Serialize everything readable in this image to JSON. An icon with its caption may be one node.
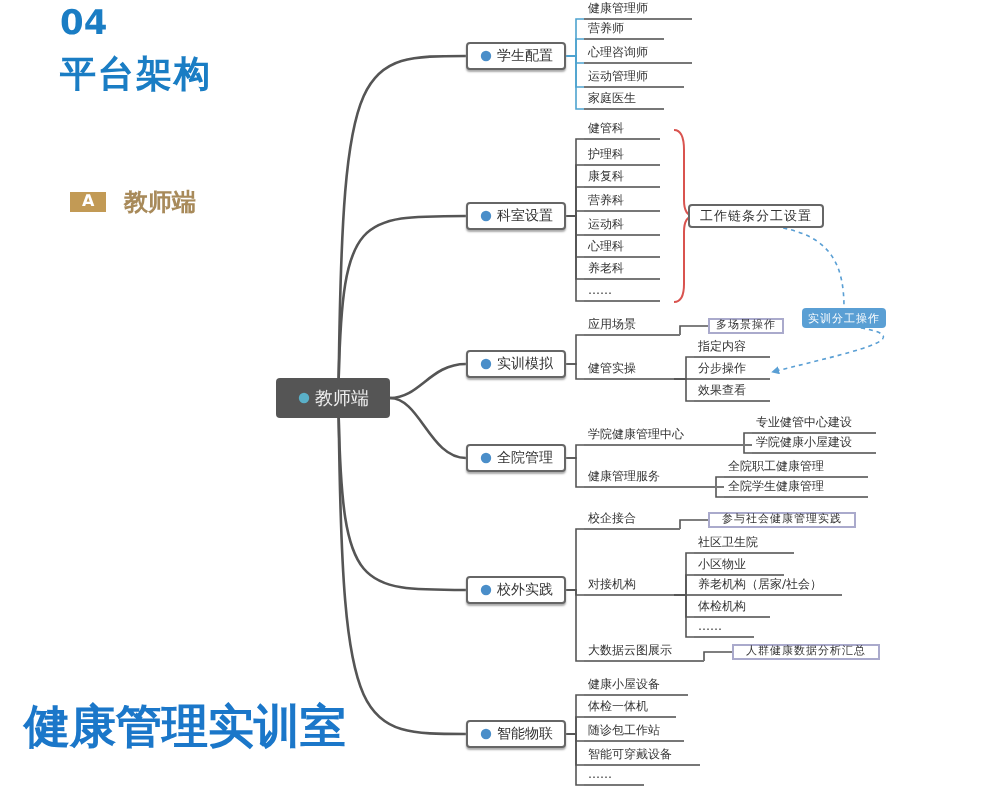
{
  "diagram": {
    "title": "平台架构",
    "nodes": [
      {
        "text": [
          "教师端"
        ]
      },
      {
        "text": [
          "学生配置"
        ]
      },
      {
        "text": [
          "健康管理师"
        ]
      },
      {
        "text": [
          "营养师"
        ]
      },
      {
        "text": [
          "心理咨询师"
        ]
      },
      {
        "text": [
          "运动管理师"
        ]
      },
      {
        "text": [
          "家庭医生"
        ]
      },
      {
        "text": [
          "科室设置"
        ]
      },
      {
        "text": [
          "健管科"
        ]
      },
      {
        "text": [
          "护理科"
        ]
      },
      {
        "text": [
          "康复科"
        ]
      },
      {
        "text": [
          "营养科"
        ]
      },
      {
        "text": [
          "运动科"
        ]
      },
      {
        "text": [
          "心理科"
        ]
      },
      {
        "text": [
          "养老科"
        ]
      },
      {
        "text": [
          "……"
        ]
      },
      {
        "text": [
          "工作链条分工设置"
        ]
      },
      {
        "text": [
          "实训分工操作"
        ]
      },
      {
        "text": [
          "实训模拟"
        ]
      },
      {
        "text": [
          "应用场景"
        ]
      },
      {
        "text": [
          "多场景操作"
        ]
      },
      {
        "text": [
          "健管实操"
        ]
      },
      {
        "text": [
          "指定内容"
        ]
      },
      {
        "text": [
          "分步操作"
        ]
      },
      {
        "text": [
          "效果查看"
        ]
      },
      {
        "text": [
          "全院管理"
        ]
      },
      {
        "text": [
          "学院健康管理中心"
        ]
      },
      {
        "text": [
          "专业健管中心建设"
        ]
      },
      {
        "text": [
          "学院健康小屋建设"
        ]
      },
      {
        "text": [
          "健康管理服务"
        ]
      },
      {
        "text": [
          "全院职工健康管理"
        ]
      },
      {
        "text": [
          "全院学生健康管理"
        ]
      },
      {
        "text": [
          "校外实践"
        ]
      },
      {
        "text": [
          "校企接合"
        ]
      },
      {
        "text": [
          "参与社会健康管理实践"
        ]
      },
      {
        "text": [
          "对接机构"
        ]
      },
      {
        "text": [
          "社区卫生院"
        ]
      },
      {
        "text": [
          "小区物业"
        ]
      },
      {
        "text": [
          "养老机构（居家/社会）"
        ]
      },
      {
        "text": [
          "体检机构"
        ]
      },
      {
        "text": [
          "……"
        ]
      },
      {
        "text": [
          "大数据云图展示"
        ]
      },
      {
        "text": [
          "人群健康数据分析汇总"
        ]
      },
      {
        "text": [
          "智能物联"
        ]
      },
      {
        "text": [
          "健康小屋设备"
        ]
      },
      {
        "text": [
          "体检一体机"
        ]
      },
      {
        "text": [
          "随诊包工作站"
        ]
      },
      {
        "text": [
          "智能可穿戴设备"
        ]
      },
      {
        "text": [
          "……"
        ]
      }
    ],
    "edges": [
      {
        "from": 0,
        "to": 1,
        "arrow": "none"
      },
      {
        "from": 0,
        "to": 7,
        "arrow": "none"
      },
      {
        "from": 0,
        "to": 18,
        "arrow": "none"
      },
      {
        "from": 0,
        "to": 25,
        "arrow": "none"
      },
      {
        "from": 0,
        "to": 32,
        "arrow": "none"
      },
      {
        "from": 0,
        "to": 43,
        "arrow": "none"
      },
      {
        "from": 1,
        "to": 2,
        "arrow": "none",
        "color": "#4ea3cf"
      },
      {
        "from": 1,
        "to": 3,
        "arrow": "none",
        "color": "#4ea3cf"
      },
      {
        "from": 1,
        "to": 4,
        "arrow": "none",
        "color": "#4ea3cf"
      },
      {
        "from": 1,
        "to": 5,
        "arrow": "none",
        "color": "#4ea3cf"
      },
      {
        "from": 1,
        "to": 6,
        "arrow": "none",
        "color": "#4ea3cf"
      },
      {
        "from": 7,
        "to": 8,
        "arrow": "none"
      },
      {
        "from": 7,
        "to": 9,
        "arrow": "none"
      },
      {
        "from": 7,
        "to": 10,
        "arrow": "none"
      },
      {
        "from": 7,
        "to": 11,
        "arrow": "none"
      },
      {
        "from": 7,
        "to": 12,
        "arrow": "none"
      },
      {
        "from": 7,
        "to": 13,
        "arrow": "none"
      },
      {
        "from": 7,
        "to": 14,
        "arrow": "none"
      },
      {
        "from": 7,
        "to": 15,
        "arrow": "none"
      },
      {
        "from": 18,
        "to": 19,
        "arrow": "none"
      },
      {
        "from": 19,
        "to": 20,
        "arrow": "none"
      },
      {
        "from": 18,
        "to": 21,
        "arrow": "none"
      },
      {
        "from": 21,
        "to": 22,
        "arrow": "none"
      },
      {
        "from": 21,
        "to": 23,
        "arrow": "none"
      },
      {
        "from": 21,
        "to": 24,
        "arrow": "none"
      },
      {
        "from": 25,
        "to": 26,
        "arrow": "none"
      },
      {
        "from": 26,
        "to": 27,
        "arrow": "none"
      },
      {
        "from": 26,
        "to": 28,
        "arrow": "none"
      },
      {
        "from": 25,
        "to": 29,
        "arrow": "none"
      },
      {
        "from": 29,
        "to": 30,
        "arrow": "none"
      },
      {
        "from": 29,
        "to": 31,
        "arrow": "none"
      },
      {
        "from": 32,
        "to": 33,
        "arrow": "none"
      },
      {
        "from": 33,
        "to": 34,
        "arrow": "none"
      },
      {
        "from": 32,
        "to": 35,
        "arrow": "none"
      },
      {
        "from": 35,
        "to": 36,
        "arrow": "none"
      },
      {
        "from": 35,
        "to": 37,
        "arrow": "none"
      },
      {
        "from": 35,
        "to": 38,
        "arrow": "none"
      },
      {
        "from": 35,
        "to": 39,
        "arrow": "none"
      },
      {
        "from": 35,
        "to": 40,
        "arrow": "none"
      },
      {
        "from": 32,
        "to": 41,
        "arrow": "none"
      },
      {
        "from": 41,
        "to": 42,
        "arrow": "none"
      },
      {
        "from": 43,
        "to": 44,
        "arrow": "none"
      },
      {
        "from": 43,
        "to": 45,
        "arrow": "none"
      },
      {
        "from": 43,
        "to": 46,
        "arrow": "none"
      },
      {
        "from": 43,
        "to": 47,
        "arrow": "none"
      },
      {
        "from": 43,
        "to": 48,
        "arrow": "none"
      },
      {
        "from": 16,
        "to": 17,
        "arrow": "none",
        "style": "dashed",
        "color": "#5a9fd4"
      },
      {
        "from": 17,
        "to": 23,
        "arrow": "to",
        "style": "dashed",
        "color": "#5a9fd4"
      }
    ],
    "labels": [
      "04",
      "A",
      "教师端",
      "健康管理实训室"
    ]
  }
}
